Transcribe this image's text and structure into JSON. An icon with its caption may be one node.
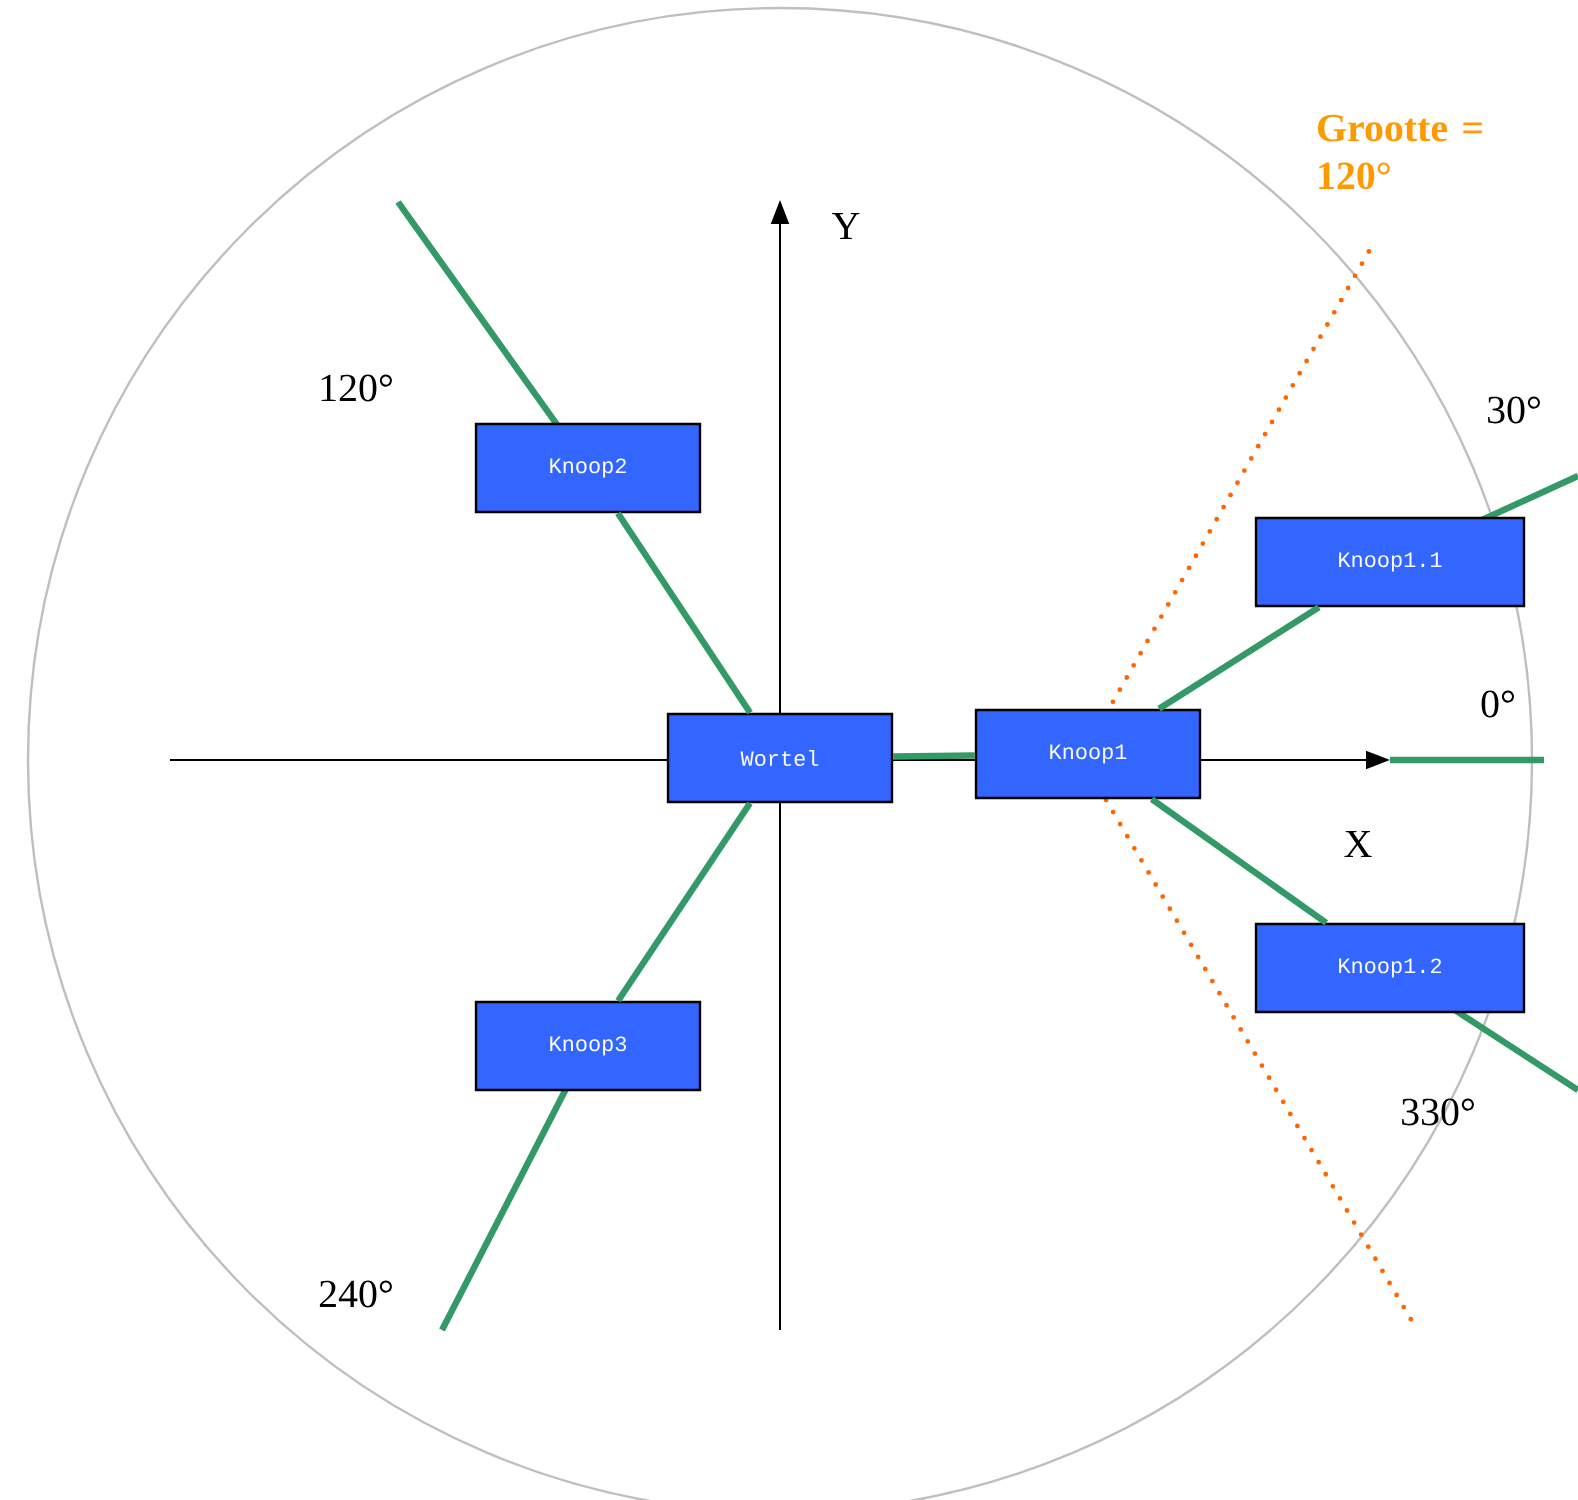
{
  "diagram": {
    "nodes": [
      {
        "text": [
          "Wortel"
        ]
      },
      {
        "text": [
          "Knoop1"
        ]
      },
      {
        "text": [
          "Knoop1.1"
        ]
      },
      {
        "text": [
          "Knoop1.2"
        ]
      },
      {
        "text": [
          "Knoop2"
        ]
      },
      {
        "text": [
          "Knoop3"
        ]
      }
    ],
    "edges": [
      {
        "from": 0,
        "to": 1,
        "arrow": "none"
      },
      {
        "from": 1,
        "to": 2,
        "arrow": "none"
      },
      {
        "from": 1,
        "to": 3,
        "arrow": "none"
      },
      {
        "from": 0,
        "to": 4,
        "arrow": "none"
      },
      {
        "from": 0,
        "to": 5,
        "arrow": "none"
      }
    ],
    "labels": [
      "Grootte = 120°",
      "Y",
      "120°",
      "30°",
      "0°",
      "X",
      "330°",
      "240°"
    ]
  }
}
